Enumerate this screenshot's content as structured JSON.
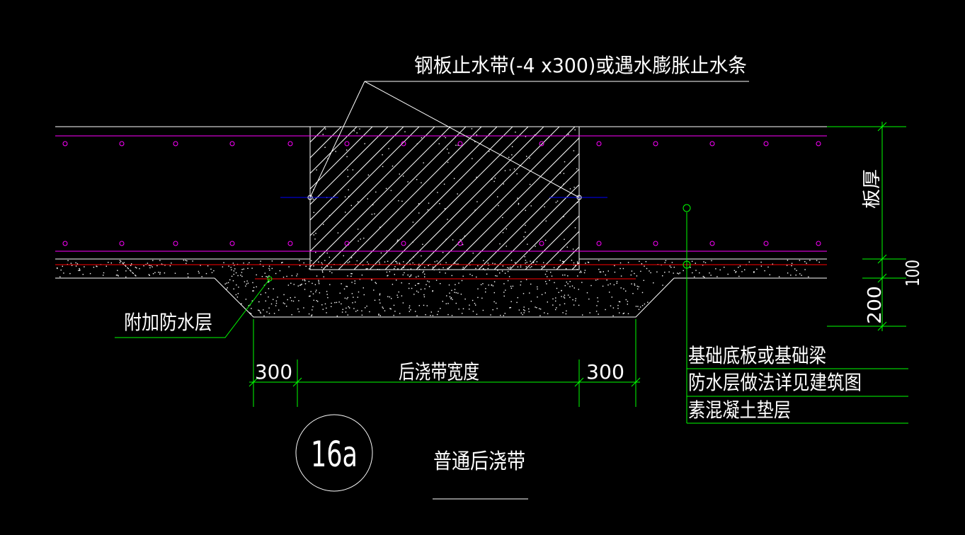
{
  "labels": {
    "waterstop_note": "钢板止水带(-4 x300)或遇水膨胀止水条",
    "extra_waterproof": "附加防水层",
    "slab_thickness": "板厚",
    "dim_100": "100",
    "dim_200": "200",
    "dim_300_left": "300",
    "dim_width": "后浇带宽度",
    "dim_300_right": "300",
    "legend_line1": "基础底板或基础梁",
    "legend_line2": "防水层做法详见建筑图",
    "legend_line3": "素混凝土垫层",
    "detail_number": "16a",
    "detail_title": "普通后浇带"
  },
  "colors": {
    "background": "#000000",
    "outline": "#ffffff",
    "rebar": "#ff00ff",
    "waterproof": "#ff0000",
    "waterstop": "#0000ff",
    "dimension": "#00ff00",
    "text": "#ffffff"
  }
}
